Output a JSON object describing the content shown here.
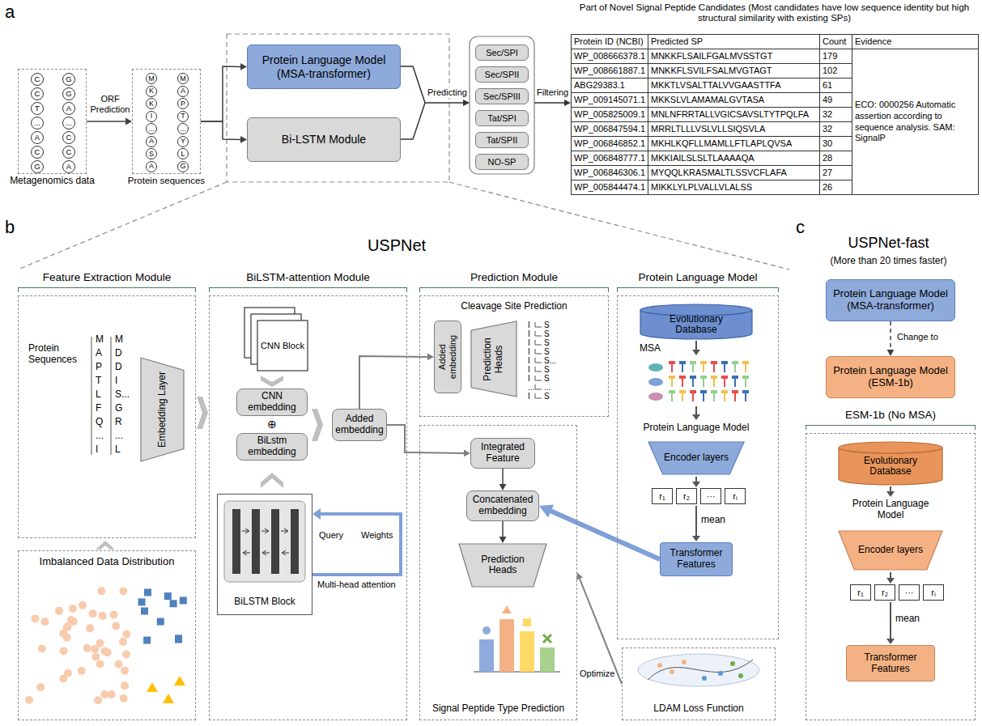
{
  "diagram": {
    "nodes": [
      {
        "text": [
          "Metagenomics data"
        ]
      },
      {
        "text": [
          "C"
        ],
        "in": 0
      },
      {
        "text": [
          "C"
        ],
        "in": 0
      },
      {
        "text": [
          "T"
        ],
        "in": 0
      },
      {
        "text": [
          "..."
        ],
        "in": 0
      },
      {
        "text": [
          "A"
        ],
        "in": 0
      },
      {
        "text": [
          "C"
        ],
        "in": 0
      },
      {
        "text": [
          "G"
        ],
        "in": 0
      },
      {
        "text": [
          "G"
        ],
        "in": 0
      },
      {
        "text": [
          "G"
        ],
        "in": 0
      },
      {
        "text": [
          "A"
        ],
        "in": 0
      },
      {
        "text": [
          "..."
        ],
        "in": 0
      },
      {
        "text": [
          "C"
        ],
        "in": 0
      },
      {
        "text": [
          "C"
        ],
        "in": 0
      },
      {
        "text": [
          "A"
        ],
        "in": 0
      },
      {
        "text": [
          "Protein sequences"
        ]
      },
      {
        "text": [
          "M"
        ],
        "in": 15
      },
      {
        "text": [
          "K"
        ],
        "in": 15
      },
      {
        "text": [
          "K"
        ],
        "in": 15
      },
      {
        "text": [
          "I"
        ],
        "in": 15
      },
      {
        "text": [
          "..."
        ],
        "in": 15
      },
      {
        "text": [
          "A"
        ],
        "in": 15
      },
      {
        "text": [
          "S"
        ],
        "in": 15
      },
      {
        "text": [
          "A"
        ],
        "in": 15
      },
      {
        "text": [
          "M"
        ],
        "in": 15
      },
      {
        "text": [
          "A"
        ],
        "in": 15
      },
      {
        "text": [
          "P"
        ],
        "in": 15
      },
      {
        "text": [
          "T"
        ],
        "in": 15
      },
      {
        "text": [
          "..."
        ],
        "in": 15
      },
      {
        "text": [
          "Y"
        ],
        "in": 15
      },
      {
        "text": [
          "L"
        ],
        "in": 15
      },
      {
        "text": [
          "G"
        ],
        "in": 15
      },
      {
        "text": [
          "Protein Language Model (MSA-transformer)"
        ]
      },
      {
        "text": [
          "Bi-LSTM Module"
        ]
      },
      {
        "text": [
          "Sec/SPI"
        ]
      },
      {
        "text": [
          "Sec/SPII"
        ]
      },
      {
        "text": [
          "Sec/SPIII"
        ]
      },
      {
        "text": [
          "Tat/SPI"
        ]
      },
      {
        "text": [
          "Tat/SPII"
        ]
      },
      {
        "text": [
          "NO-SP"
        ]
      },
      {
        "text": [
          "Feature Extraction Module"
        ]
      },
      {
        "text": [
          "Protein Sequences"
        ],
        "in": 40
      },
      {
        "text": [
          "Embedding Layer"
        ],
        "in": 41
      },
      {
        "text": [
          "Imbalanced Data Distribution"
        ],
        "in": 40
      },
      {
        "text": [
          "BiLSTM-attention Module"
        ]
      },
      {
        "text": [
          "CNN Block"
        ],
        "in": 44
      },
      {
        "text": [
          "CNN embedding"
        ],
        "in": 44
      },
      {
        "text": [
          "BiLstm embedding"
        ],
        "in": 44
      },
      {
        "text": [
          "BiLSTM Block"
        ],
        "in": 44
      },
      {
        "text": [
          "Added embedding"
        ],
        "in": 44
      },
      {
        "text": [
          "Prediction Module"
        ]
      },
      {
        "text": [
          "Cleavage Site Prediction"
        ],
        "in": 50
      },
      {
        "text": [
          "Added embedding"
        ],
        "in": 51
      },
      {
        "text": [
          "Prediction Heads"
        ],
        "in": 51
      },
      {
        "text": [
          "Signal Peptide Type Prediction"
        ],
        "in": 50
      },
      {
        "text": [
          "Integrated Feature"
        ],
        "in": 54
      },
      {
        "text": [
          "Concatenated embedding"
        ],
        "in": 54
      },
      {
        "text": [
          "Prediction Heads"
        ],
        "in": 54
      },
      {
        "text": [
          "Protein Language Model"
        ]
      },
      {
        "text": [
          "Evolutionary Database"
        ],
        "in": 58
      },
      {
        "text": [
          "Encoder layers"
        ],
        "in": 58
      },
      {
        "text": [
          "Transformer Features"
        ],
        "in": 58
      },
      {
        "text": [
          "LDAM Loss Function"
        ]
      },
      {
        "text": [
          "Protein Language Model (MSA-transformer)"
        ]
      },
      {
        "text": [
          "Protein Language Model (ESM-1b)"
        ]
      },
      {
        "text": [
          "ESM-1b (No MSA)"
        ]
      },
      {
        "text": [
          "Evolutionary Database"
        ],
        "in": 65
      },
      {
        "text": [
          "Encoder layers"
        ],
        "in": 65
      },
      {
        "text": [
          "Transformer Features"
        ],
        "in": 65
      }
    ],
    "edges": [
      {
        "from": 0,
        "to": 15,
        "arrow": "to",
        "label": "ORF Prediction"
      },
      {
        "from": 15,
        "to": 32,
        "arrow": "to"
      },
      {
        "from": 15,
        "to": 33,
        "arrow": "to"
      },
      {
        "from": 49,
        "to": 52,
        "arrow": "to"
      },
      {
        "from": 49,
        "to": 55,
        "arrow": "to"
      },
      {
        "from": 55,
        "to": 56,
        "arrow": "to"
      },
      {
        "from": 56,
        "to": 57,
        "arrow": "to"
      },
      {
        "from": 61,
        "to": 56,
        "arrow": "to"
      },
      {
        "from": 62,
        "to": 54,
        "arrow": "to",
        "label": "Optimize"
      },
      {
        "from": 63,
        "to": 64,
        "arrow": "to",
        "label": "Change to"
      }
    ],
    "labels": [
      "a",
      "Predicting",
      "Filtering",
      "Part of Novel Signal Peptide Candidates (Most candidates have low sequence identity but high structural similarity with existing SPs)",
      "Protein ID (NCBI)",
      "Predicted SP",
      "Count",
      "Evidence",
      "WP_008666378.1",
      "MNKKFLSAILFGALMVSSTGT",
      "179",
      "WP_008661887.1",
      "MNKKFLSVILFSALMVGTAGT",
      "102",
      "ABG29383.1",
      "MKKTLVSALTTALVVGAASTTFA",
      "61",
      "WP_009145071.1",
      "MKKSLVLAMAMALGVTASA",
      "49",
      "WP_005825009.1",
      "MNLNFRRTALLVGICSAVSLTYTPQLFA",
      "32",
      "WP_006847594.1",
      "MRRLTLLLVSLVLLSIQSVLA",
      "32",
      "WP_006846852.1",
      "MKHLKQFLLMAMLLFTLAPLQVSA",
      "30",
      "WP_006848777.1",
      "MKKIAILSLSLTLAAAAQA",
      "28",
      "WP_006846306.1",
      "MYQQLKRASMALTLSSVCFLAFA",
      "27",
      "WP_005844474.1",
      "MIKKLYLPLVALLVLALSS",
      "26",
      "ECO: 0000256 Automatic assertion according to sequence analysis. SAM: SignalP",
      "b",
      "USPNet",
      "M",
      "A",
      "P",
      "T",
      "L",
      "F",
      "Q",
      "...",
      "I",
      "M",
      "D",
      "D",
      "I",
      "S...",
      "G",
      "R",
      "...",
      "L",
      "⊕",
      "Query",
      "Weights",
      "Multi-head attention",
      "I",
      "S",
      "I",
      "S",
      "I",
      "S",
      "I",
      "S",
      "I",
      "S...",
      "I",
      "S",
      "I",
      "S",
      "...",
      "...",
      "I",
      "S",
      "MSA",
      "Protein Language Model",
      "r₁",
      "r₂",
      "···",
      "rₗ",
      "mean",
      "c",
      "USPNet-fast",
      "(More than 20 times faster)",
      "Protein Language Model",
      "r₁",
      "r₂",
      "···",
      "rₗ",
      "mean"
    ]
  }
}
